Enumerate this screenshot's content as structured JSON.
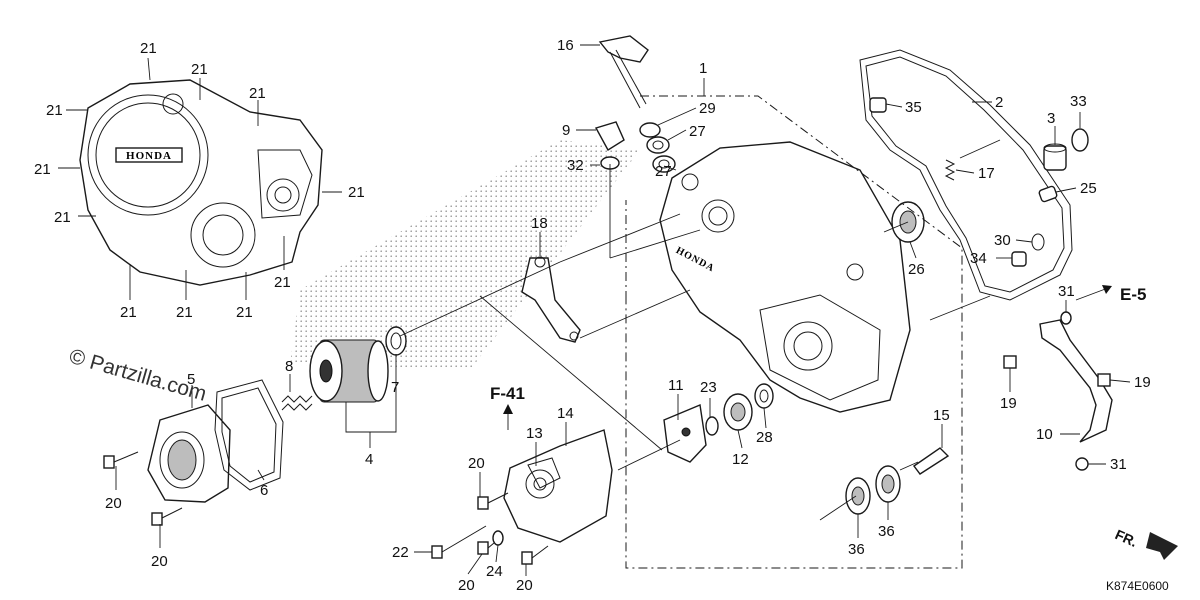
{
  "diagram": {
    "watermark": "© Partzilla.com",
    "diagram_code": "K874E0600",
    "brand_mark": "HONDA",
    "ref_f41": "F-41",
    "ref_e5": "E-5",
    "front_indicator": "FR.",
    "callouts": {
      "p1": "1",
      "p2": "2",
      "p3": "3",
      "p4": "4",
      "p5": "5",
      "p6": "6",
      "p7": "7",
      "p8": "8",
      "p9": "9",
      "p10": "10",
      "p11": "11",
      "p12": "12",
      "p13": "13",
      "p14": "14",
      "p15": "15",
      "p16": "16",
      "p17": "17",
      "p18": "18",
      "p19": "19",
      "p20": "20",
      "p21": "21",
      "p22": "22",
      "p23": "23",
      "p24": "24",
      "p25": "25",
      "p26": "26",
      "p27": "27",
      "p28": "28",
      "p29": "29",
      "p30": "30",
      "p31": "31",
      "p32": "32",
      "p33": "33",
      "p34": "34",
      "p35": "35",
      "p36": "36"
    }
  }
}
